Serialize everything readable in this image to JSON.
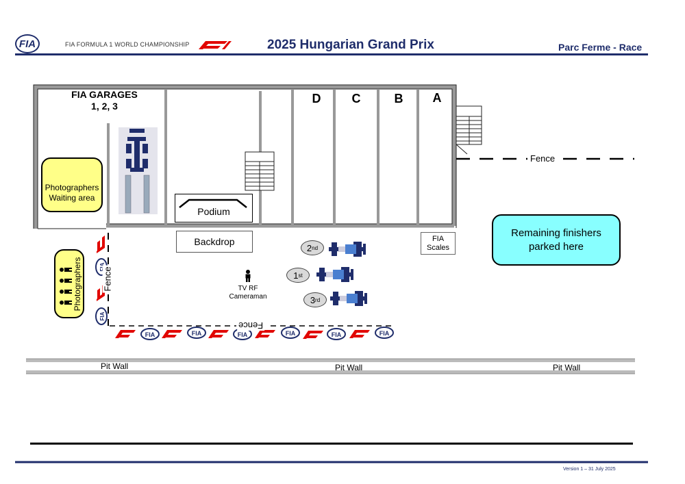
{
  "header": {
    "logo_text": "FIA",
    "championship": "FIA FORMULA 1 WORLD CHAMPIONSHIP",
    "title": "2025 Hungarian Grand Prix",
    "subtitle": "Parc Ferme - Race"
  },
  "garages": {
    "fia_title": "FIA GARAGES\n1, 2, 3",
    "bays": [
      "D",
      "C",
      "B",
      "A"
    ]
  },
  "areas": {
    "photographers_waiting": "Photographers\nWaiting area",
    "photographers": "Photographers",
    "podium": "Podium",
    "backdrop": "Backdrop",
    "fia_scales": "FIA\nScales",
    "remaining_finishers": "Remaining finishers\nparked here",
    "tv_cameraman": "TV RF\nCameraman"
  },
  "positions": [
    {
      "num": "2",
      "suffix": "nd"
    },
    {
      "num": "1",
      "suffix": "st"
    },
    {
      "num": "3",
      "suffix": "rd"
    }
  ],
  "fence_label": "Fence",
  "pit_wall_label": "Pit Wall",
  "footer": {
    "version": "Version 1 – 31 July 2025"
  },
  "colors": {
    "navy": "#1f2d6b",
    "f1_red": "#e10600",
    "yellow": "#ffff88",
    "cyan": "#88ffff"
  }
}
